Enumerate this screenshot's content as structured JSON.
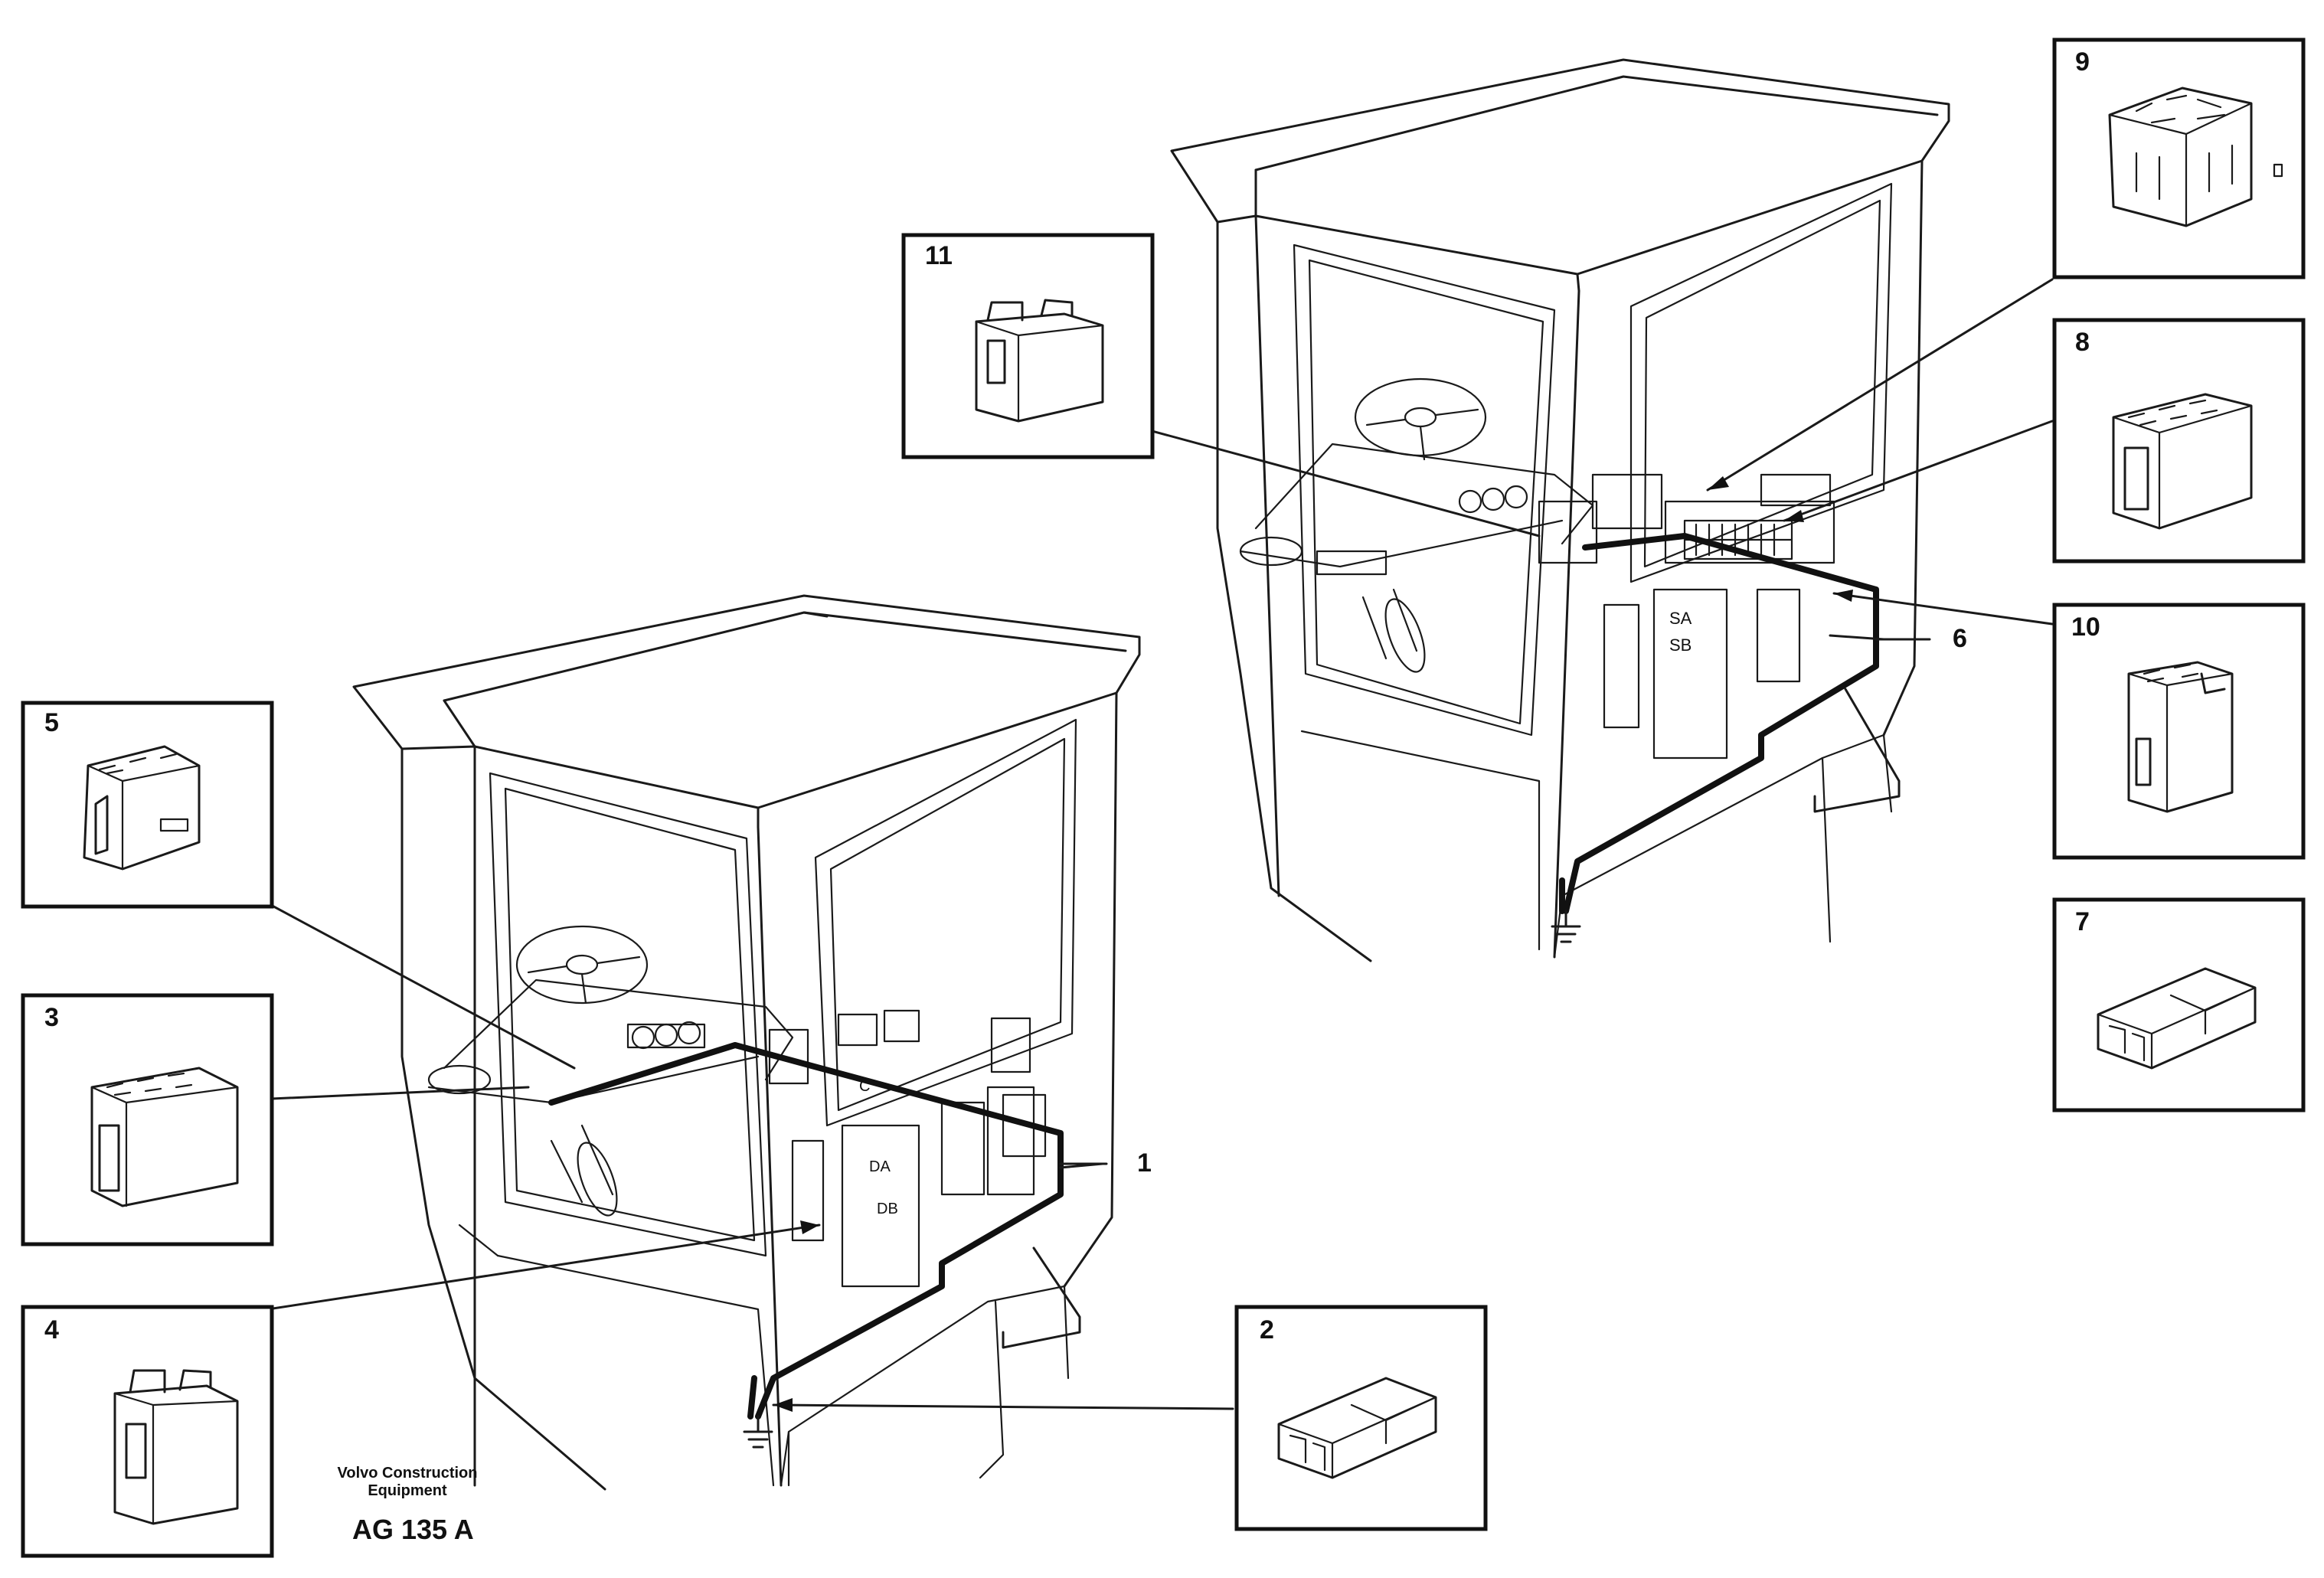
{
  "diagram": {
    "caption": {
      "company_line1": "Volvo Construction",
      "company_line2": "Equipment",
      "code": "AG 135 A"
    },
    "callouts": [
      {
        "id": "1",
        "label": "1",
        "target": "cable harness (cab A)"
      },
      {
        "id": "2",
        "label": "2",
        "target": "ground connector"
      },
      {
        "id": "3",
        "label": "3",
        "target": "connector"
      },
      {
        "id": "4",
        "label": "4",
        "target": "connector"
      },
      {
        "id": "5",
        "label": "5",
        "target": "connector"
      },
      {
        "id": "6",
        "label": "6",
        "target": "cable harness (cab B)"
      },
      {
        "id": "7",
        "label": "7",
        "target": "connector"
      },
      {
        "id": "8",
        "label": "8",
        "target": "connector"
      },
      {
        "id": "9",
        "label": "9",
        "target": "connector"
      },
      {
        "id": "10",
        "label": "10",
        "target": "connector"
      },
      {
        "id": "11",
        "label": "11",
        "target": "connector"
      }
    ],
    "panel_labels": {
      "cab_a_upper": "DA",
      "cab_a_lower": "DB",
      "cab_b_upper": "SA",
      "cab_b_lower": "SB",
      "cab_a_small": "C"
    }
  }
}
